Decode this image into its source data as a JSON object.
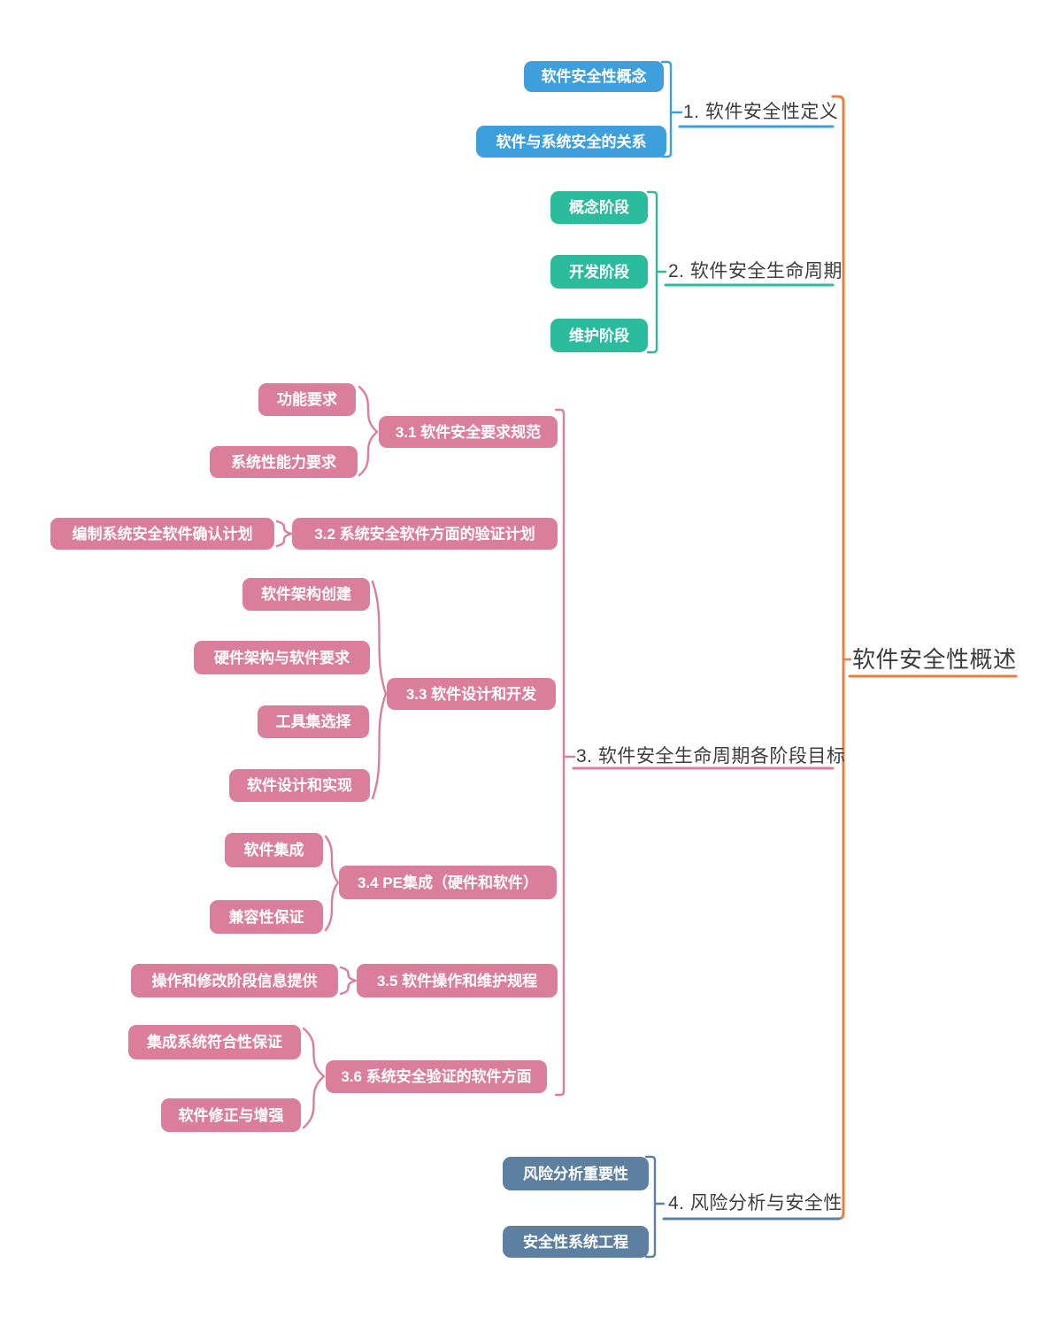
{
  "root": {
    "label": "软件安全性概述"
  },
  "colors": {
    "blue": "#3D9FDB",
    "green": "#2BBC9E",
    "pink": "#DB7E9B",
    "slate": "#5E80A0",
    "orange": "#E8803C",
    "label_text": "#3D3D3D",
    "node_text": "#FFFFFF"
  },
  "branches": [
    {
      "label": "1. 软件安全性定义",
      "children": [
        {
          "label": "软件安全性概念"
        },
        {
          "label": "软件与系统安全的关系"
        }
      ]
    },
    {
      "label": "2. 软件安全生命周期",
      "children": [
        {
          "label": "概念阶段"
        },
        {
          "label": "开发阶段"
        },
        {
          "label": "维护阶段"
        }
      ]
    },
    {
      "label": "3. 软件安全生命周期各阶段目标",
      "children": [
        {
          "label": "3.1 软件安全要求规范",
          "children": [
            {
              "label": "功能要求"
            },
            {
              "label": "系统性能力要求"
            }
          ]
        },
        {
          "label": "3.2 系统安全软件方面的验证计划",
          "children": [
            {
              "label": "编制系统安全软件确认计划"
            }
          ]
        },
        {
          "label": "3.3 软件设计和开发",
          "children": [
            {
              "label": "软件架构创建"
            },
            {
              "label": "硬件架构与软件要求"
            },
            {
              "label": "工具集选择"
            },
            {
              "label": "软件设计和实现"
            }
          ]
        },
        {
          "label": "3.4 PE集成（硬件和软件）",
          "children": [
            {
              "label": "软件集成"
            },
            {
              "label": "兼容性保证"
            }
          ]
        },
        {
          "label": "3.5 软件操作和维护规程",
          "children": [
            {
              "label": "操作和修改阶段信息提供"
            }
          ]
        },
        {
          "label": "3.6 系统安全验证的软件方面",
          "children": [
            {
              "label": "集成系统符合性保证"
            },
            {
              "label": "软件修正与增强"
            }
          ]
        }
      ]
    },
    {
      "label": "4. 风险分析与安全性",
      "children": [
        {
          "label": "风险分析重要性"
        },
        {
          "label": "安全性系统工程"
        }
      ]
    }
  ]
}
